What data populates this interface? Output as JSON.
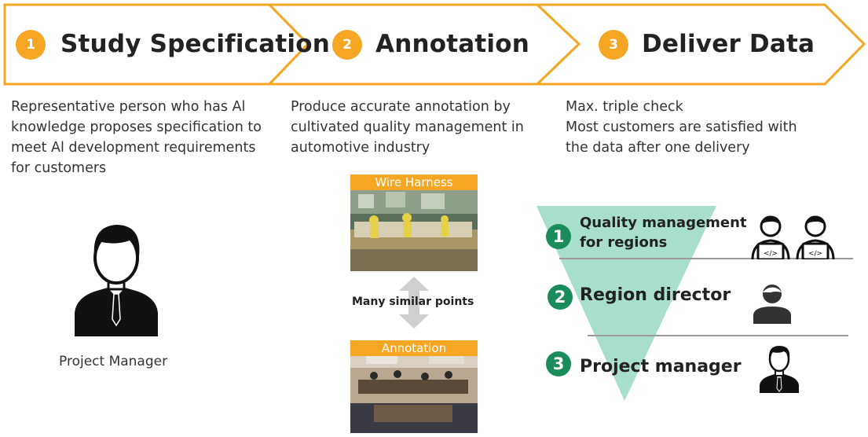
{
  "steps": [
    {
      "number": "1",
      "title": "Study Specification",
      "description": [
        "Representative person who has Al",
        "knowledge proposes specification to",
        "meet Al development requirements",
        "for customers"
      ]
    },
    {
      "number": "2",
      "title": "Annotation",
      "description": [
        "Produce accurate annotation by",
        "cultivated quality management in",
        "automotive industry"
      ]
    },
    {
      "number": "3",
      "title": "Deliver Data",
      "description": [
        "Max. triple check",
        "Most customers are satisfied with",
        "the data after one delivery"
      ]
    }
  ],
  "project_manager": {
    "caption": "Project Manager"
  },
  "comparison": {
    "top_photo_label": "Wire Harness",
    "bottom_photo_label": "Annotation",
    "middle_text": "Many similar points"
  },
  "check_levels": [
    {
      "number": "1",
      "label_lines": [
        "Quality management",
        "for regions"
      ]
    },
    {
      "number": "2",
      "label": "Region director"
    },
    {
      "number": "3",
      "label": "Project manager"
    }
  ],
  "colors": {
    "accent": "#f5a623",
    "green": "#1a8c5b",
    "funnel": "#a8dfcc"
  }
}
